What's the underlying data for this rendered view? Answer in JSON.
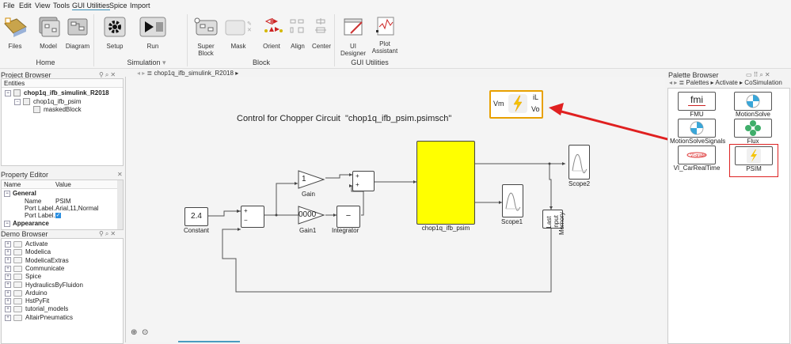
{
  "menu": [
    "File",
    "Edit",
    "View",
    "Tools",
    "GUI Utilities",
    "Spice",
    "Import"
  ],
  "menu_active": "GUI Utilities",
  "ribbon": {
    "home": {
      "group": "Home",
      "buttons": [
        "Files",
        "Model",
        "Diagram"
      ]
    },
    "simulation": {
      "group": "Simulation",
      "buttons": [
        "Setup",
        "Run"
      ]
    },
    "block": {
      "group": "Block",
      "buttons": [
        "Super Block",
        "Mask",
        "Orient",
        "Align",
        "Center"
      ]
    },
    "gui": {
      "group": "GUI Utilities",
      "buttons": [
        "UI Designer",
        "Plot Assistant"
      ]
    }
  },
  "project_browser": {
    "title": "Project Browser",
    "header": "Entities",
    "items": [
      "chop1q_ifb_simulink_R2018",
      "chop1q_ifb_psim",
      "maskedBlock"
    ]
  },
  "property_editor": {
    "title": "Property Editor",
    "col_name": "Name",
    "col_value": "Value",
    "group_general": "General",
    "rows": [
      {
        "name": "Name",
        "value": "PSIM"
      },
      {
        "name": "Port Label..",
        "value": "Arial,11,Normal"
      },
      {
        "name": "Port Label..",
        "value": "checked"
      }
    ],
    "group_appearance": "Appearance"
  },
  "demo_browser": {
    "title": "Demo Browser",
    "items": [
      "Activate",
      "Modelica",
      "ModelicaExtras",
      "Communicate",
      "Spice",
      "HydraulicsByFluidon",
      "Arduino",
      "HstPyFit",
      "tutorial_models",
      "AltairPneumatics"
    ]
  },
  "canvas": {
    "breadcrumb": "chop1q_ifb_simulink_R2018",
    "title": "Control for Chopper Circuit  \"chop1q_ifb_psim.psimsch\"",
    "psim_block": {
      "in": "Vm",
      "out1": "iL",
      "out2": "Vo"
    },
    "blocks": {
      "constant_value": "2.4",
      "constant_label": "Constant",
      "gain_value": "1",
      "gain_label": "Gain",
      "gain1_value": "0000",
      "gain1_label": "Gain1",
      "integrator_label": "Integrator",
      "sum_plus": "+",
      "sum_minus": "−",
      "psim_label": "chop1q_ifb_psim",
      "scope1_label": "Scope1",
      "scope2_label": "Scope2",
      "memory_text1": "Last",
      "memory_text2": "Input",
      "memory_label": "Memory"
    },
    "psim_block_color": "#ffff00",
    "arrow_color": "#e02020"
  },
  "palette_browser": {
    "title": "Palette Browser",
    "breadcrumb": [
      "Palettes",
      "Activate",
      "CoSimulation"
    ],
    "items": [
      "FMU",
      "MotionSolve",
      "MotionSolveSignals",
      "Flux",
      "VI_CarRealTime",
      "PSIM"
    ],
    "selected": "PSIM",
    "fmi_text": "fmi"
  }
}
